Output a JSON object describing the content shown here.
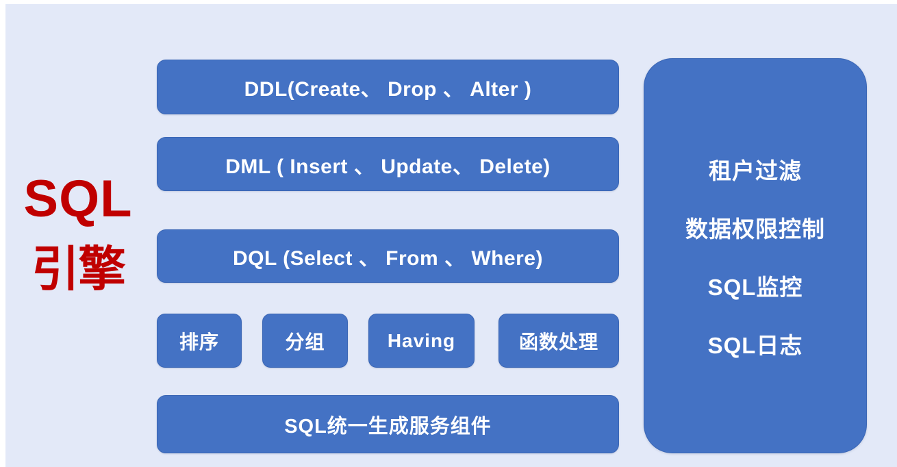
{
  "slide": {
    "background_color": "#E3E9F8",
    "accent_blue": "#4472C4",
    "accent_red": "#C00000"
  },
  "left_label": {
    "line1": "SQL",
    "line2": "引擎"
  },
  "sql_layers": [
    {
      "id": "ddl",
      "label": "DDL(Create、 Drop 、 Alter )"
    },
    {
      "id": "dml",
      "label": "DML ( Insert 、 Update、 Delete)"
    },
    {
      "id": "dql",
      "label": "DQL  (Select 、 From 、 Where)"
    }
  ],
  "clause_boxes": [
    {
      "id": "sort",
      "label": "排序"
    },
    {
      "id": "group",
      "label": "分组"
    },
    {
      "id": "having",
      "label": "Having"
    },
    {
      "id": "func",
      "label": "函数处理"
    }
  ],
  "unified_service": {
    "label": "SQL统一生成服务组件"
  },
  "right_panel": {
    "items": [
      {
        "id": "tenant-filter",
        "label": "租户过滤"
      },
      {
        "id": "data-permission",
        "label": "数据权限控制"
      },
      {
        "id": "sql-monitor",
        "label": "SQL监控"
      },
      {
        "id": "sql-log",
        "label": "SQL日志"
      }
    ]
  }
}
